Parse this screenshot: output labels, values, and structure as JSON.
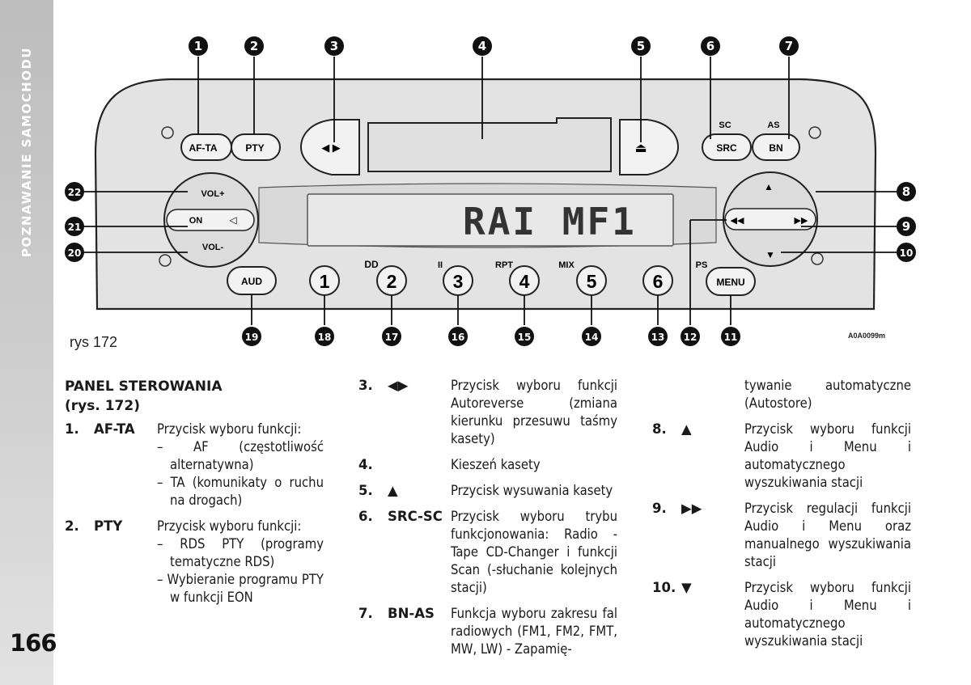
{
  "sidebar": {
    "title": "POZNAWANIE SAMOCHODU"
  },
  "page_number": "166",
  "figure": {
    "caption": "rys 172",
    "code": "A0A0099m",
    "display_text": "RAI MF1",
    "buttons": {
      "af_ta": "AF-TA",
      "pty": "PTY",
      "src": "SRC",
      "bn": "BN",
      "sc": "SC",
      "as": "AS",
      "vol_plus": "VOL+",
      "on": "ON",
      "vol_minus": "VOL-",
      "aud": "AUD",
      "menu": "MENU",
      "ps": "PS",
      "rpt": "RPT",
      "mix": "MIX",
      "ii": "II",
      "presets": [
        "1",
        "2",
        "3",
        "4",
        "5",
        "6"
      ]
    },
    "callouts": [
      "1",
      "2",
      "3",
      "4",
      "5",
      "6",
      "7",
      "8",
      "9",
      "10",
      "11",
      "12",
      "13",
      "14",
      "15",
      "16",
      "17",
      "18",
      "19",
      "20",
      "21",
      "22"
    ]
  },
  "section": {
    "title": "PANEL STEROWANIA",
    "subtitle": "(rys. 172)"
  },
  "items": [
    {
      "num": "1.",
      "code": "AF-TA",
      "text": "Przycisk wyboru funkcji:",
      "bullets": [
        "AF (częstotliwość alternatywna)",
        "TA (komunikaty o ruchu na drogach)"
      ]
    },
    {
      "num": "2.",
      "code": "PTY",
      "text": "Przycisk wyboru funkcji:",
      "bullets": [
        "RDS PTY (programy tematyczne RDS)",
        "Wybieranie programu PTY w funkcji EON"
      ]
    },
    {
      "num": "3.",
      "code": "◀▶",
      "text": "Przycisk wyboru funkcji Autoreverse (zmiana kierunku przesuwu taśmy kasety)"
    },
    {
      "num": "4.",
      "code": "",
      "text": "Kieszeń kasety"
    },
    {
      "num": "5.",
      "code": "▲",
      "text": "Przycisk wysuwania kasety"
    },
    {
      "num": "6.",
      "code": "SRC-SC",
      "text": "Przycisk wyboru trybu funkcjonowania: Radio - Tape CD-Changer i funkcji Scan (-słuchanie kolejnych stacji)"
    },
    {
      "num": "7.",
      "code": "BN-AS",
      "text": "Funkcja wyboru zakresu fal radiowych (FM1, FM2, FMT, MW, LW) - Zapamię-"
    },
    {
      "cont": "tywanie automatyczne (Autostore)"
    },
    {
      "num": "8.",
      "code": "▲",
      "text": "Przycisk wyboru funkcji Audio i Menu i automatycznego wyszukiwania stacji"
    },
    {
      "num": "9.",
      "code": "▶▶",
      "text": "Przycisk regulacji funkcji Audio i Menu oraz manualnego wyszukiwania stacji"
    },
    {
      "num": "10.",
      "code": "▼",
      "text": "Przycisk wyboru funkcji Audio i Menu i automatycznego wyszukiwania stacji"
    }
  ]
}
